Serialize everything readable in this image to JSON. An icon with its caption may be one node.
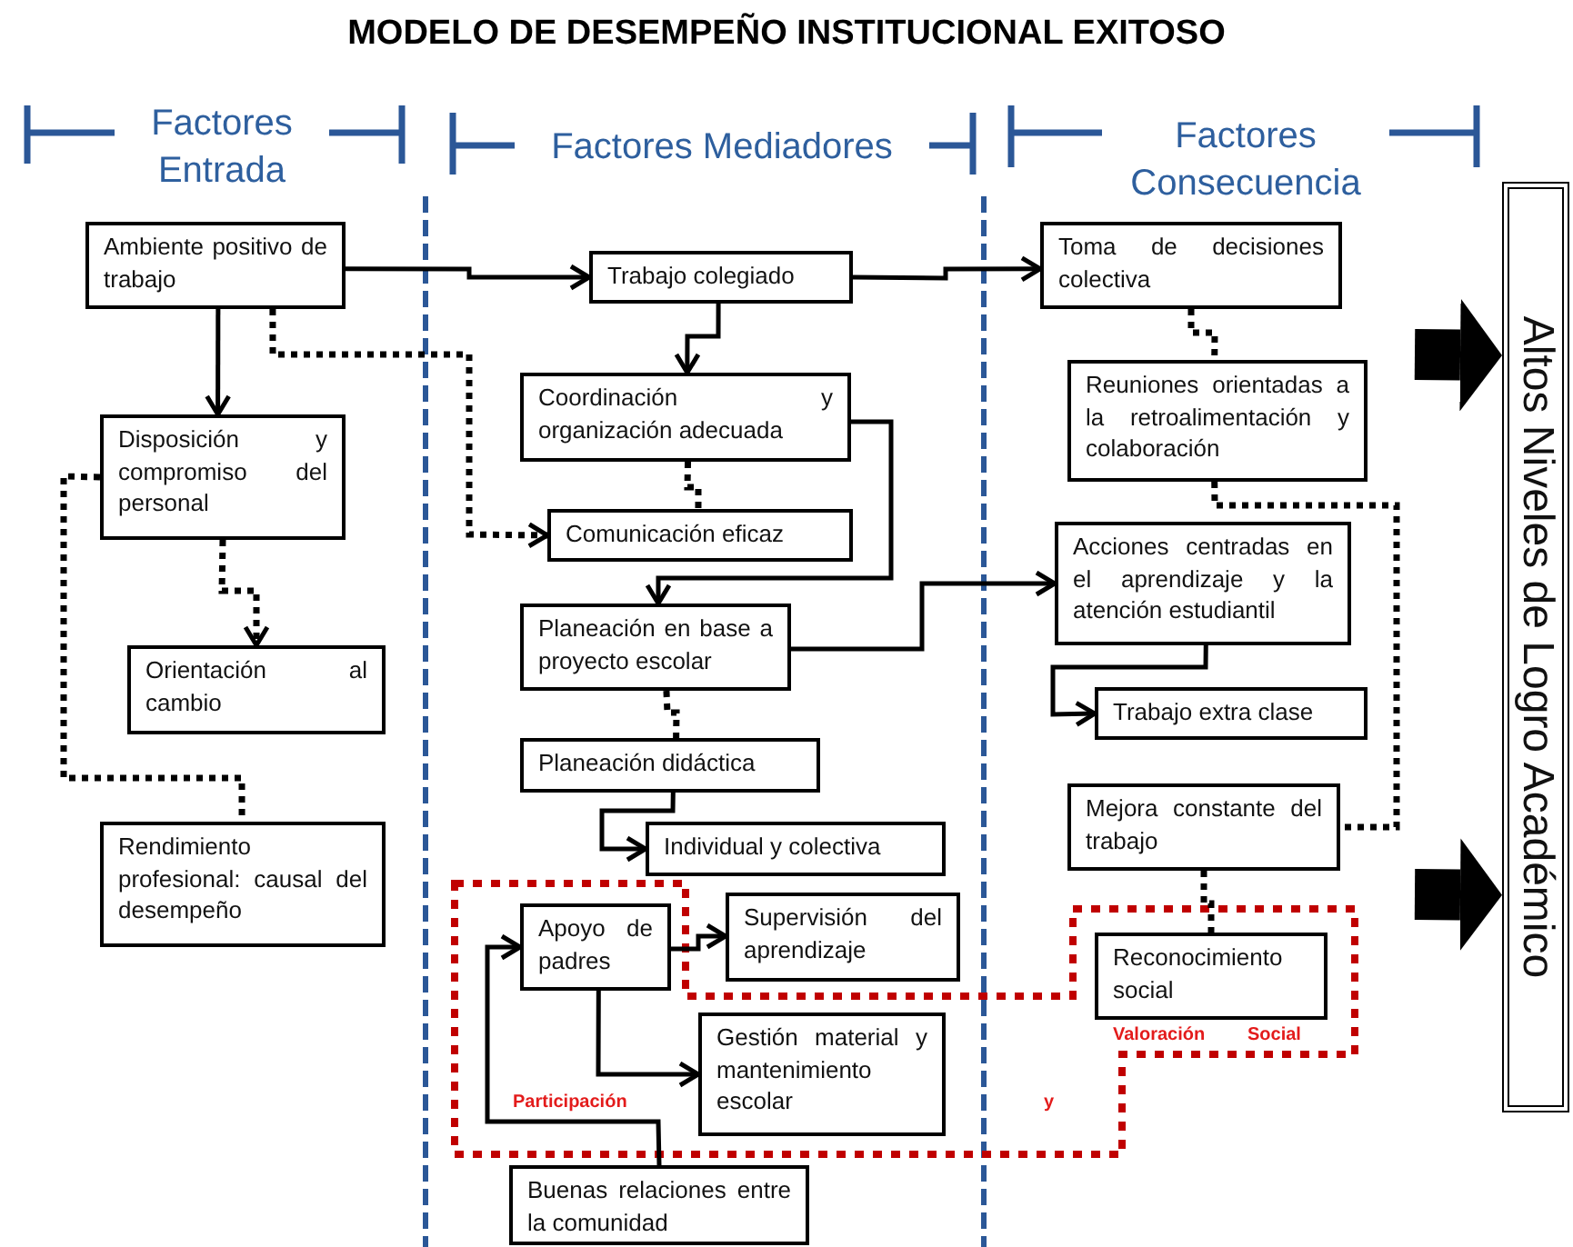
{
  "diagram": {
    "title": "MODELO DE DESEMPEÑO INSTITUCIONAL EXITOSO",
    "nodes": [
      {
        "text": [
          "Ambiente positivo de trabajo"
        ]
      },
      {
        "text": [
          "Disposición y compromiso del personal"
        ]
      },
      {
        "text": [
          "Orientación al cambio"
        ]
      },
      {
        "text": [
          "Rendimiento profesional: causal del desempeño"
        ]
      },
      {
        "text": [
          "Trabajo colegiado"
        ]
      },
      {
        "text": [
          "Coordinación y organización adecuada"
        ]
      },
      {
        "text": [
          "Comunicación eficaz"
        ]
      },
      {
        "text": [
          "Planeación en base a proyecto escolar"
        ]
      },
      {
        "text": [
          "Planeación didáctica"
        ]
      },
      {
        "text": [
          "Individual y colectiva"
        ]
      },
      {
        "text": [
          "Apoyo de padres"
        ]
      },
      {
        "text": [
          "Supervisión del aprendizaje"
        ]
      },
      {
        "text": [
          "Gestión material y mantenimiento escolar"
        ]
      },
      {
        "text": [
          "Buenas relaciones entre la comunidad"
        ]
      },
      {
        "text": [
          "Toma de decisiones colectiva"
        ]
      },
      {
        "text": [
          "Reuniones orientadas a la retroalimentación y colaboración"
        ]
      },
      {
        "text": [
          "Acciones centradas en el aprendizaje y la atención estudiantil"
        ]
      },
      {
        "text": [
          "Trabajo extra clase"
        ]
      },
      {
        "text": [
          "Mejora constante del trabajo"
        ]
      },
      {
        "text": [
          "Reconocimiento social"
        ]
      },
      {
        "text": [
          "Altos Niveles de Logro Académico"
        ]
      }
    ],
    "edges": [
      {
        "from": 0,
        "to": 4,
        "arrow": "to"
      },
      {
        "from": 0,
        "to": 1,
        "arrow": "to"
      },
      {
        "from": 0,
        "to": 6,
        "arrow": "to",
        "style": "dashed"
      },
      {
        "from": 1,
        "to": 2,
        "arrow": "to",
        "style": "dashed"
      },
      {
        "from": 1,
        "to": 3,
        "arrow": "none",
        "style": "dashed"
      },
      {
        "from": 4,
        "to": 5,
        "arrow": "to"
      },
      {
        "from": 5,
        "to": 6,
        "arrow": "none",
        "style": "dashed"
      },
      {
        "from": 5,
        "to": 7,
        "arrow": "to"
      },
      {
        "from": 4,
        "to": 14,
        "arrow": "to"
      },
      {
        "from": 7,
        "to": 16,
        "arrow": "to"
      },
      {
        "from": 7,
        "to": 8,
        "arrow": "none",
        "style": "dashed"
      },
      {
        "from": 8,
        "to": 9,
        "arrow": "to"
      },
      {
        "from": 10,
        "to": 11,
        "arrow": "to"
      },
      {
        "from": 10,
        "to": 12,
        "arrow": "to"
      },
      {
        "from": 13,
        "to": 10,
        "arrow": "to"
      },
      {
        "from": 14,
        "to": 15,
        "arrow": "none",
        "style": "dashed"
      },
      {
        "from": 15,
        "to": 18,
        "arrow": "none",
        "style": "dashed"
      },
      {
        "from": 16,
        "to": 17,
        "arrow": "to"
      },
      {
        "from": 18,
        "to": 19,
        "arrow": "none",
        "style": "dashed"
      },
      {
        "from": null,
        "to": 20,
        "arrow": "to",
        "style": "thick"
      },
      {
        "from": null,
        "to": 20,
        "arrow": "to",
        "style": "thick"
      }
    ],
    "labels": [
      "Factores Entrada",
      "Factores Mediadores",
      "Factores Consecuencia",
      "Valoración",
      "Social",
      "Participación",
      "y"
    ]
  }
}
